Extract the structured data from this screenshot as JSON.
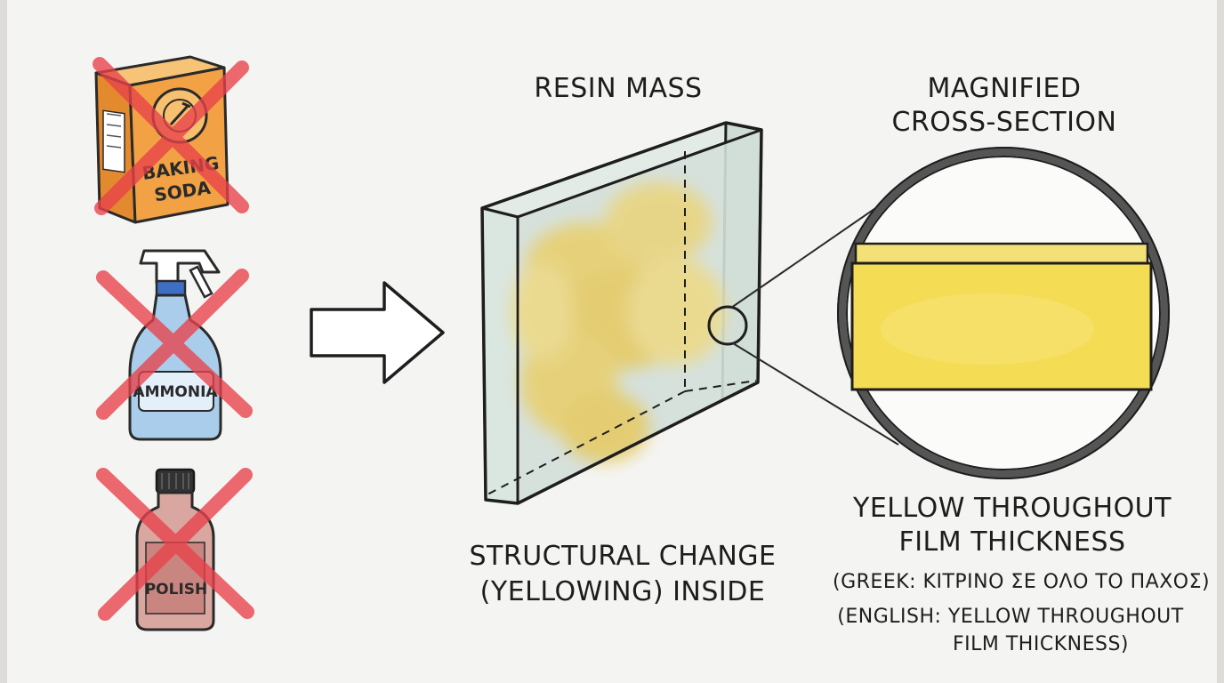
{
  "products": {
    "baking_soda": {
      "line1": "BAKING",
      "line2": "SODA"
    },
    "ammonia": {
      "label": "AMMONIA"
    },
    "polish": {
      "label": "POLISH"
    }
  },
  "resin": {
    "title": "RESIN MASS",
    "caption_line1": "STRUCTURAL CHANGE",
    "caption_line2": "(YELLOWING) INSIDE"
  },
  "magnified": {
    "title_line1": "MAGNIFIED",
    "title_line2": "CROSS-SECTION",
    "caption_line1": "YELLOW THROUGHOUT",
    "caption_line2": "FILM THICKNESS",
    "greek_note": "(GREEK: ΚΙΤΡΙΝΟ ΣΕ ΟΛΟ ΤΟ ΠΑΧΟΣ)",
    "english_line1": "(ENGLISH: YELLOW THROUGHOUT",
    "english_line2": "FILM THICKNESS)"
  },
  "colors": {
    "cross_red": "#e8424a",
    "box_orange": "#f2a245",
    "spray_blue": "#a9cdea",
    "polish_pink": "#d9a6a0",
    "yellow_film": "#f4dc54",
    "resin_yellow": "#e9cf6a"
  }
}
